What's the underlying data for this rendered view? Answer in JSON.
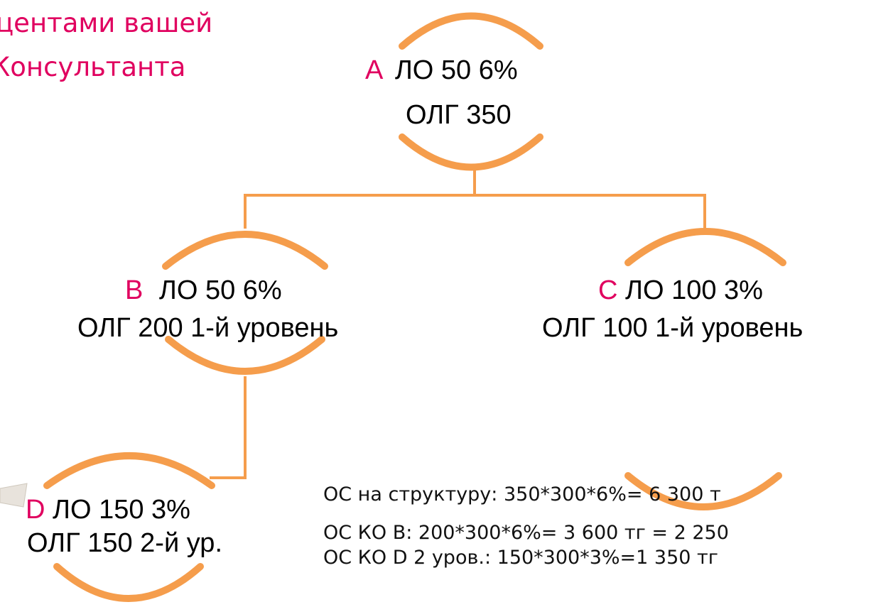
{
  "header": {
    "line1": "центами вашей",
    "line2": "Консультанта"
  },
  "nodes": {
    "a": {
      "letter": "A",
      "lo": "ЛО 50   6%",
      "olg": "ОЛГ 350"
    },
    "b": {
      "letter": "B",
      "lo": "ЛО 50     6%",
      "olg": "ОЛГ 200  1-й уровень"
    },
    "c": {
      "letter": "C",
      "lo": "ЛО  100 3%",
      "olg": "ОЛГ 100 1-й уровень"
    },
    "d": {
      "letter": "D",
      "lo": "ЛО  150 3%",
      "olg": "ОЛГ 150 2-й ур."
    }
  },
  "calculations": {
    "structure": "ОС на структуру: 350*300*6%= 6 300 т",
    "ko_b": "ОС КО В: 200*300*6%= 3 600 тг = 2 250",
    "ko_d": "ОС КО D 2 уров.: 150*300*3%=1 350 тг"
  },
  "colors": {
    "arc": "#f59d4c",
    "accent_letter": "#e0005f",
    "text": "#000000"
  }
}
